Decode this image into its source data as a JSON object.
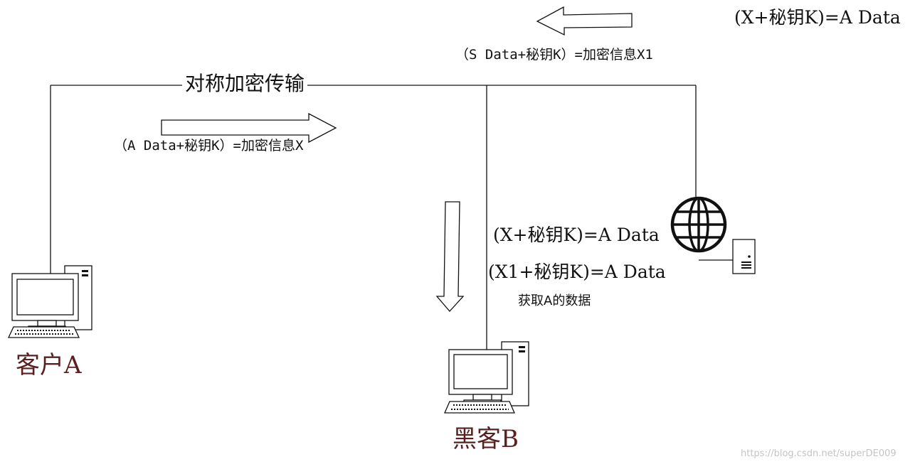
{
  "labels": {
    "top_right_formula": "(X+秘钥K)=A Data",
    "server_message": "（S Data+秘钥K）=加密信息X1",
    "channel": "对称加密传输",
    "client_message": "（A Data+秘钥K）=加密信息X",
    "decrypt_x": "(X+秘钥K)=A Data",
    "decrypt_x1": "(X1+秘钥K)=A Data",
    "obtain_data": "获取A的数据",
    "client_name": "客户A",
    "hacker_name": "黑客B",
    "watermark": "https://blog.csdn.net/superDE009"
  },
  "icons": {
    "client": "desktop-computer-icon",
    "hacker": "desktop-computer-icon",
    "server": "globe-server-icon"
  },
  "colors": {
    "line": "#111111",
    "name_text": "#5a1f1f",
    "watermark": "#c4c4c4"
  }
}
